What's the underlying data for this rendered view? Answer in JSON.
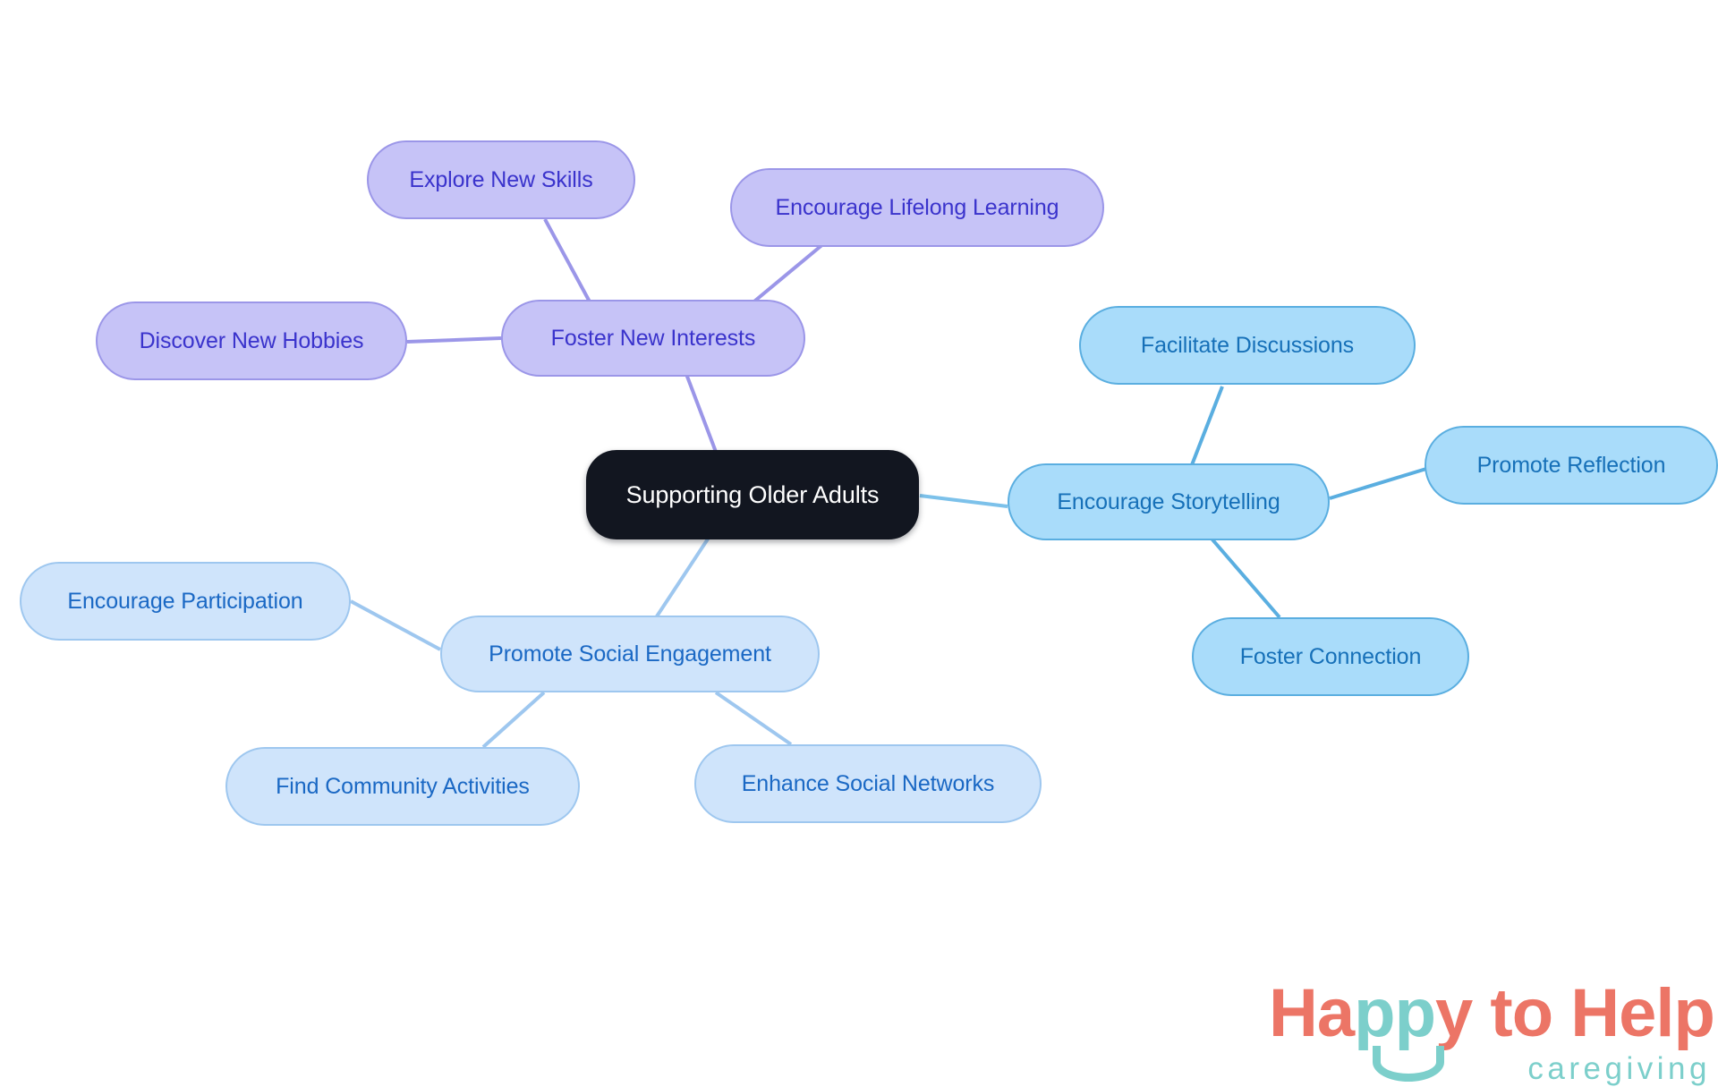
{
  "diagram": {
    "type": "mindmap",
    "title": "Supporting Older Adults",
    "background_color": "#ffffff",
    "root": {
      "label": "Supporting Older Adults",
      "fill": "#121620",
      "text_color": "#ffffff"
    },
    "branches": [
      {
        "id": "foster-new-interests",
        "label": "Foster New Interests",
        "theme": "purple",
        "fill": "#c6c3f7",
        "border": "#9b96e8",
        "text_color": "#3a33cc",
        "edge_color": "#9b96e8",
        "children": [
          {
            "id": "explore-new-skills",
            "label": "Explore New Skills"
          },
          {
            "id": "encourage-lifelong-learning",
            "label": "Encourage Lifelong Learning"
          },
          {
            "id": "discover-new-hobbies",
            "label": "Discover New Hobbies"
          }
        ]
      },
      {
        "id": "encourage-storytelling",
        "label": "Encourage Storytelling",
        "theme": "sky",
        "fill": "#a9dcfa",
        "border": "#5aaee0",
        "text_color": "#1670b8",
        "edge_color": "#5aaee0",
        "children": [
          {
            "id": "facilitate-discussions",
            "label": "Facilitate Discussions"
          },
          {
            "id": "promote-reflection",
            "label": "Promote Reflection"
          },
          {
            "id": "foster-connection",
            "label": "Foster Connection"
          }
        ]
      },
      {
        "id": "promote-social-engagement",
        "label": "Promote Social Engagement",
        "theme": "pale",
        "fill": "#cfe4fb",
        "border": "#9ec7ef",
        "text_color": "#1a68c4",
        "edge_color": "#9ec7ef",
        "children": [
          {
            "id": "encourage-participation",
            "label": "Encourage Participation"
          },
          {
            "id": "find-community-activities",
            "label": "Find Community Activities"
          },
          {
            "id": "enhance-social-networks",
            "label": "Enhance Social Networks"
          }
        ]
      }
    ]
  },
  "logo": {
    "word_1": "Ha",
    "word_2": "pp",
    "word_3": "y to Help",
    "tagline": "caregiving",
    "coral": "#ec7566",
    "teal": "#7ccfcb"
  }
}
